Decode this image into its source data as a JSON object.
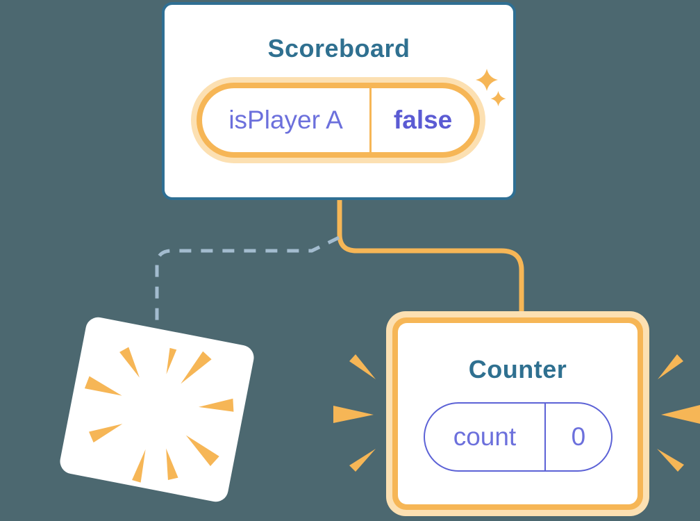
{
  "colors": {
    "background": "#4C6870",
    "card-bg": "#FFFFFF",
    "blue-border": "#2F6F93",
    "heading": "#2F7090",
    "orange": "#F6B656",
    "orange-light": "#FCE0B2",
    "purple": "#6C70DC",
    "purple-dark": "#5B5BD3",
    "purple-border": "#5C62D6",
    "dash": "#A3BCCF"
  },
  "scoreboard": {
    "title": "Scoreboard",
    "state": {
      "label": "isPlayer A",
      "value": "false"
    }
  },
  "counter": {
    "title": "Counter",
    "state": {
      "label": "count",
      "value": "0"
    }
  },
  "icons": {
    "sparkles": "sparkles-icon",
    "burst": "burst-icon",
    "emphasis_left": "emphasis-marks-left-icon",
    "emphasis_right": "emphasis-marks-right-icon"
  }
}
